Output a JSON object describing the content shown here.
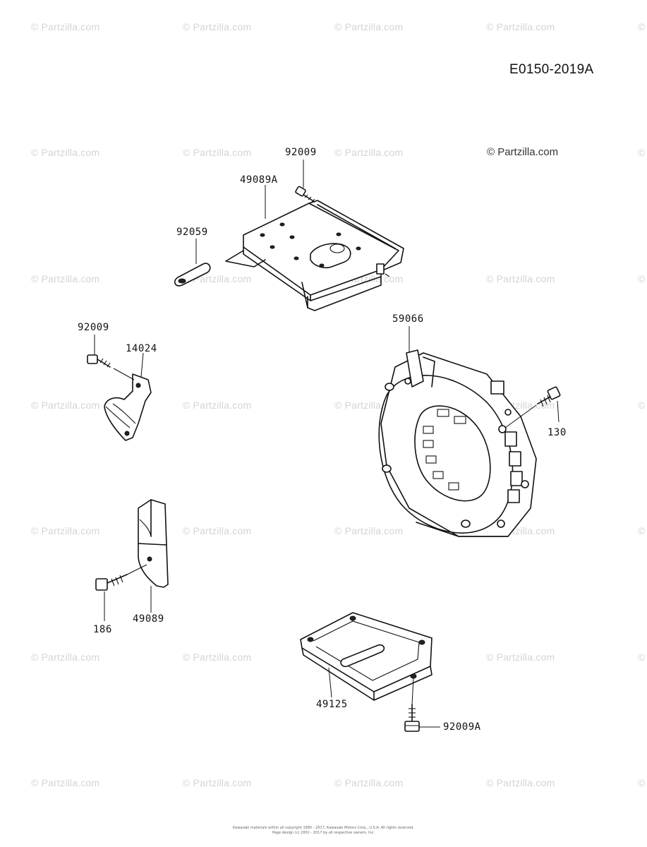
{
  "diagram_code": "E0150-2019A",
  "copyright_mark": "© Partzilla.com",
  "watermark_text": "© Partzilla.com",
  "part_labels": {
    "p92009_top": "92009",
    "p49089A": "49089A",
    "p92059": "92059",
    "p92009_left": "92009",
    "p14024": "14024",
    "p59066": "59066",
    "p130": "130",
    "p186": "186",
    "p49089": "49089",
    "p49125": "49125",
    "p92009A": "92009A"
  },
  "footer": {
    "line1": "Kawasaki materials within all copyright 1995 - 2017, Kawasaki Motors Corp., U.S.A. All rights reserved.",
    "line2": "Page design (c) 2002 - 2017 by all respective owners, Inc."
  }
}
